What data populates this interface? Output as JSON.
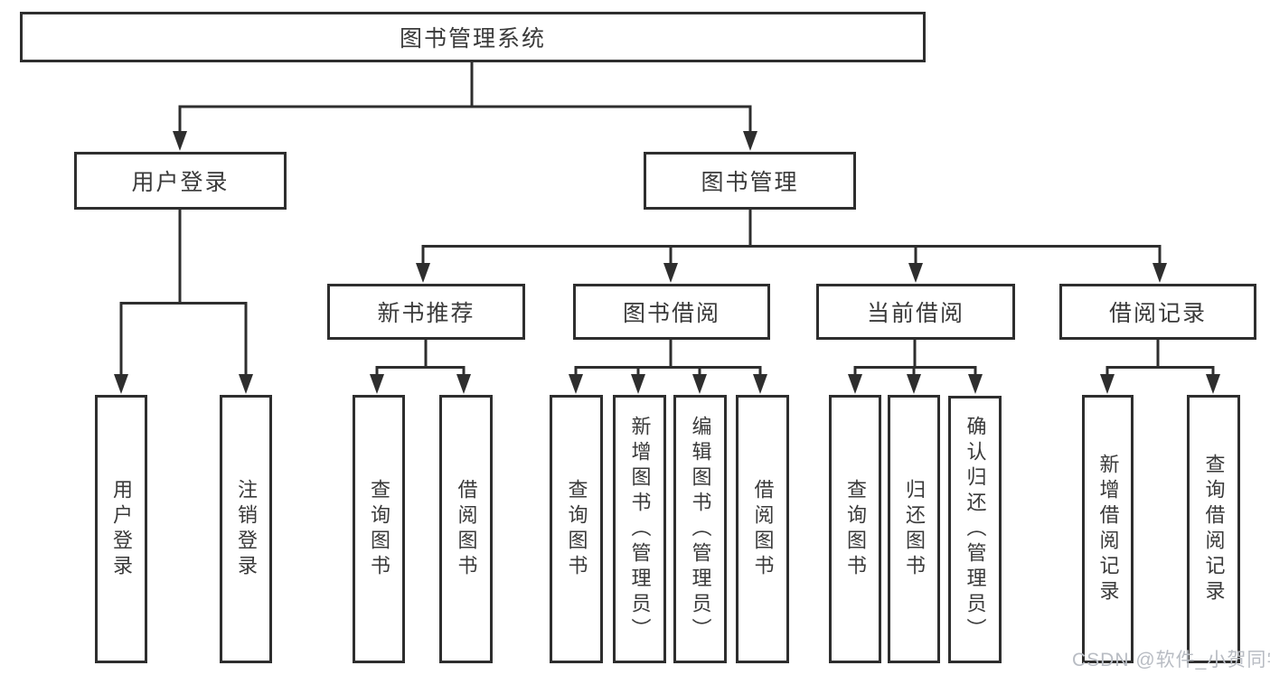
{
  "root_label": "图书管理系统",
  "tree": {
    "user_login": {
      "label": "用户登录",
      "children": [
        "用户登录",
        "注销登录"
      ]
    },
    "book_mgmt": {
      "label": "图书管理",
      "sections": [
        {
          "label": "新书推荐",
          "children": [
            "查询图书",
            "借阅图书"
          ]
        },
        {
          "label": "图书借阅",
          "children": [
            "查询图书",
            "新增图书（管理员）",
            "编辑图书（管理员）",
            "借阅图书"
          ]
        },
        {
          "label": "当前借阅",
          "children": [
            "查询图书",
            "归还图书",
            "确认归还（管理员）"
          ]
        },
        {
          "label": "借阅记录",
          "children": [
            "新增借阅记录",
            "查询借阅记录"
          ]
        }
      ]
    }
  },
  "watermark": "CSDN @软件_小贺同学",
  "colors": {
    "line": "#2e2e2e",
    "text": "#3a3a3a",
    "watermark": "#b8bcc3",
    "background": "#ffffff"
  }
}
